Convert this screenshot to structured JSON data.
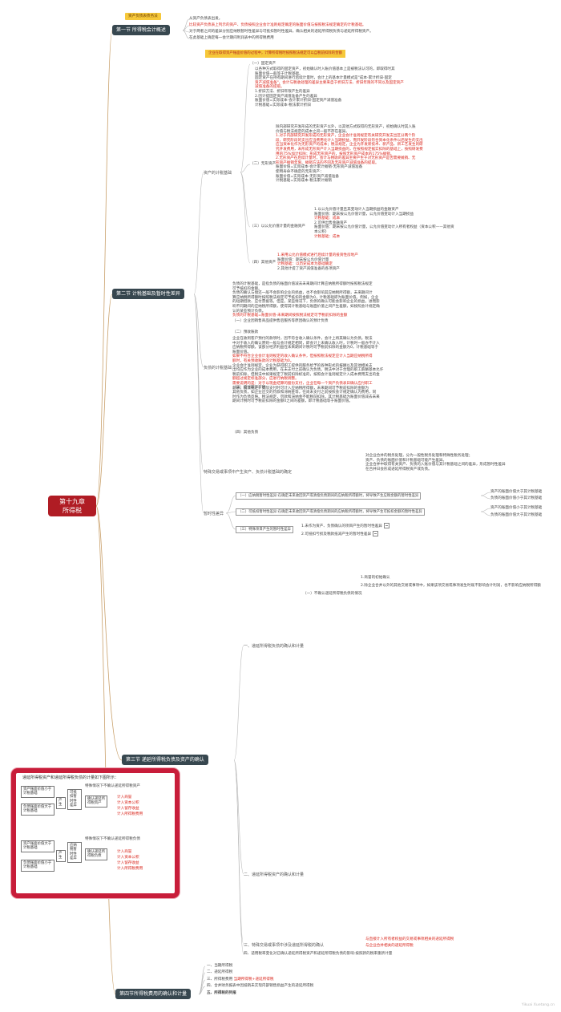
{
  "root": {
    "line1": "第十九章",
    "line2": "所得税"
  },
  "sections": [
    "第一节 所得税会计概述",
    "第二节 计税基础及暂时性差异",
    "第三节 递延所得税负债及资产的确认",
    "第四节所得税费用的确认和计量"
  ],
  "top_tag": "资产负债表债务法",
  "s1_lines": [
    "从资产负债表出发。",
    "比较资产负债表上列示的资产、负债按照企业会计准则规定确定的账面价值与按照税法规定确定的计税基础。",
    "对于两者之间的差异分别应纳税暂时性差异与可抵扣暂时性差异，确认相关的递延所得税负债与递延所得税资产。",
    "在此基础上确定每一会计期间利润表中的所得税费用"
  ],
  "s2_bar": "企业在取得资产账面价值的过程中，计算所得税时按照税法规定可以自税前扣除的金额",
  "s2": {
    "asset_basis": "资产的计税基础",
    "liability_basis": "负债的计税基础",
    "special": "特殊交易或事项中产生资产、负债计税基础的确定",
    "temp_diff": "暂时性差异",
    "fixed_asset": "（一）固定资产",
    "fixed_lines": [
      "以各种方式取得的固定资产，初始确认时入账价值基本上是被税法认可的，即取得时其",
      "账面价值一般等于计税基础。",
      "固定资产在持有期间进行后续计量时，会计上的基本计量模式是\"成本-累计折旧-固定",
      "资产减值准备\"，会计与税收处理的差异主要来自于折旧方法、折旧年限的不同以及固定资产",
      "减值准备的提取。",
      "1.折旧方法、折旧年限产生的差异",
      "2.因计提固定资产减值准备产生的差异",
      "账面价值=实际成本-会计累计折旧-固定资产减值准备",
      "计税基础=实际成本-税法累计折旧"
    ],
    "intangible": "（二）无形资产",
    "intangible_lines": [
      "除内部研究开发形成的无形资产以外，以其他方式取得的无形资产，初始确认时其入账",
      "价值与税法规定的成本之间一般不存在差异。",
      "1.对于内部研究开发形成的无形资产，企业会计准则规定有关研究开发支出区分两个阶",
      "段，研究阶段的支出应当费用化计入当期损益，而开发阶段符合资本化条件以后发生的支出",
      "应当资本化作为无形资产的成本；税法规定，企业为开发新技术、新产品、新工艺发生的研",
      "究开发费用，未形成无形资产计入当期损益的，在按照规定据实扣除的基础上，按照研发费",
      "用的75%加计扣除；形成无形资产的，按照无形资产成本的175%摊销。",
      "2.无形资产在后续计量时，会计与税收的差异主要产生于对无形资产是否需要摊销、无",
      "形资产摊销年限、摊销方法的不同及无形资产减值准备的提取。",
      "账面价值=实际成本-会计累计摊销-无形资产减值准备",
      "使用寿命不确定的无形资产：",
      "账面价值=实际成本-无形资产减值准备",
      "计税基础=实际成本-税法累计摊销"
    ],
    "fair_value": "（三）以公允价值计量的金融资产",
    "fair_lines": [
      "1.以公允价值计量且其变动计入当期损益的金融资产",
      "账面价值：期末按公允价值计量，公允价值变动计入当期损益",
      "计税基础：成本",
      "2.可供出售金融资产",
      "账面价值：期末按公允价值计量，公允价值变动计入所有者权益（资本公积——其他资",
      "本公积）",
      "计税基础：成本"
    ],
    "other": "（四）其他资产",
    "other_lines": [
      "1.采用公允价值模式进行后续计量的投资性房地产",
      "账面价值：期末按公允价值计量",
      "计税基础：以历史成本为基础确定",
      "2.其他计提了资产减值准备的各项资产"
    ],
    "liab_lines": [
      "负债的计税基础，是指负债的账面价值减去未来期间计算应纳税所得额时按照税法规定",
      "可予抵扣的金额。",
      "负债的确认与偿还一般不会影响企业的损益，也不会影响其应纳税所得额，未来期间计",
      "算应纳税所得额时按照税法规定可予抵扣的金额为0，计税基础即为账面价值。例如，企业",
      "的短期借款、应付票据等。但是，某些情况下，负债的确认可能会影响企业的损益，进而影",
      "响不同期间的应纳税所得额，使得其计税基础与账面价值之间产生差额，如按照会计规定确",
      "认的某些预计负债。",
      "负债的计税基础=账面价值-未来期间按照税法规定可予税前扣除的金额"
    ],
    "liab_sub1": "（一）企业因销售商品提供售后服务等原因确认的预计负债",
    "liab_sub2": "（二）预收账款",
    "liab_sub3": "（三）应付职工薪酬",
    "liab_sub4": "（四）其他负债",
    "liab_sub_lines": [
      "企业在收到客户预付的款项时，因不符合收入确认条件，会计上将其确认为负债。税法",
      "中对于收入的确认原则一般与会计规定相同，即会计上未确认收入时，计税时一般亦不计入",
      "应纳税所得额，该部分经济利益在未来期间计税时可予税前扣除的金额为0，计税基础等于",
      "账面价值。",
      "如果不符合企业会计准则规定的收入确认条件，但按照税法规定应计入当期应纳税所得",
      "额时，有关预收账款的计税基础为0。",
      "企业会计准则规定，企业为获得职工提供的服务给予的各种形式的报酬以及其他相关支",
      "出均应作为企业的成本费用，在未支付之前确认为负债。税法中对于合理的职工薪酬基本允许",
      "税前扣除，但税法中如果规定了税前扣除标准的，按照会计准则规定计入成本费用支出的金",
      "额超过规定标准部分，应进行纳税调整。",
      "需要说明的是：对于以现金结算的股份支付，企业在每一个资产负债表日确认应付职工",
      "薪酬，税法规定，实际支付时可计入应纳税所得额，未来期间可予税前扣除的金额为",
      "其他负债，如企业应交的罚款和滞纳金等，在尚未支付之前按照会计规定确认为费用，同",
      "时作为负债反映。税法规定，罚款和滞纳金不能税前扣除，其计税基础为账面价值减去未来",
      "期间计税时可予税前扣除的金额0之间的差额，即计税基础等于账面价值。"
    ],
    "special_lines": [
      "对企业合并的税务处理，分为一般性税务处理和特殊性税务处理；",
      "资产、负债的账面价值和计税基础可能产生差异。",
      "企业合并中取得有关资产、负债的入账价值与其计税基础之间的差异，形成暂时性差异",
      "在合并日会形成递延所得税资产或负债。"
    ],
    "td_1": "（一）应纳税暂时性差异:在确定未来收回资产或清偿负债期间的应纳税所得额时，将导致产生应税金额的暂时性差异",
    "td_2": "（二）可抵扣暂时性差异:在确定未来收回资产或清偿负债期间的应纳税所得额时，将导致产生可抵扣金额的暂时性差异",
    "td_3": "（三）特殊项目产生的暂时性差异",
    "td_3a": "1.未作为资产、负债确认的项目产生的暂时性差异",
    "td_3b": "2.可抵扣亏损及税款抵减产生的暂时性差异",
    "td_1r": [
      "资产的账面价值大于其计税基础",
      "负债的账面价值小于其计税基础"
    ],
    "td_2r": [
      "资产的账面价值小于其计税基础",
      "负债的账面价值大于其计税基础"
    ]
  },
  "s3": {
    "dtl": "一、递延所得税负债的确认和计量",
    "dta": "二、递延所得税资产的确认和计量",
    "special": "三、特殊交易或事项中涉及递延所得税的确认",
    "rate": "四、适用税率变化对已确认递延所得税资产和递延所得税负债的影响:按照新的税率重新计量",
    "dtl_head": "（一）不确认递延所得税负债的情况",
    "dtl_items": [
      "1.商誉的初始确认",
      "2.除企业合并以外的其他交易或事项中，如果该项交易或事项发生时既不影响会计利润，也不影响应纳税所得额"
    ],
    "special_items": [
      "与直接计入所有者权益的交易或事项相关的递延所得税",
      "与企业合并相关的递延所得税"
    ]
  },
  "s4": {
    "items": [
      "一、当期所得税",
      "二、递延所得税",
      "三、所得税费用",
      "四、合并财务报表中因抵销未实现内部销售损益产生的递延所得税"
    ],
    "expense_note": "当期所得税+递延所得税",
    "extra": "五、所得税的列报"
  },
  "inset": {
    "title": "递延所得税资产和递延所得税负债的计量如下图所示：",
    "left_boxes": [
      "资产账面价值小于计税基础",
      "负债账面价值大于计税基础",
      "资产账面价值大于计税基础",
      "负债账面价值小于计税基础"
    ],
    "mid_top": "产生",
    "mid_bottom": "产生",
    "box_a": "可抵扣暂时性差异",
    "box_b": "应纳税暂时性差异",
    "box_c": "确认递延所得税资产",
    "box_d": "确认递延所得税负债",
    "top_label": "特殊情况下不确认递延所得税资产",
    "bottom_label": "特殊情况下不确认递延所得税负债",
    "red_top": [
      "计入商誉",
      "计入资本公积",
      "计入留存收益",
      "计入所得税费用"
    ],
    "red_bottom": [
      "计入商誉",
      "计入资本公积",
      "计入留存收益",
      "计入所得税费用"
    ]
  },
  "watermark": "Yikuai Xuetang.cn",
  "colors": {
    "root": "#b01c24",
    "section": "#37474f",
    "highlight": "#f6c83a",
    "red_text": "#d9261c",
    "inset_border": "#c81d3a"
  }
}
